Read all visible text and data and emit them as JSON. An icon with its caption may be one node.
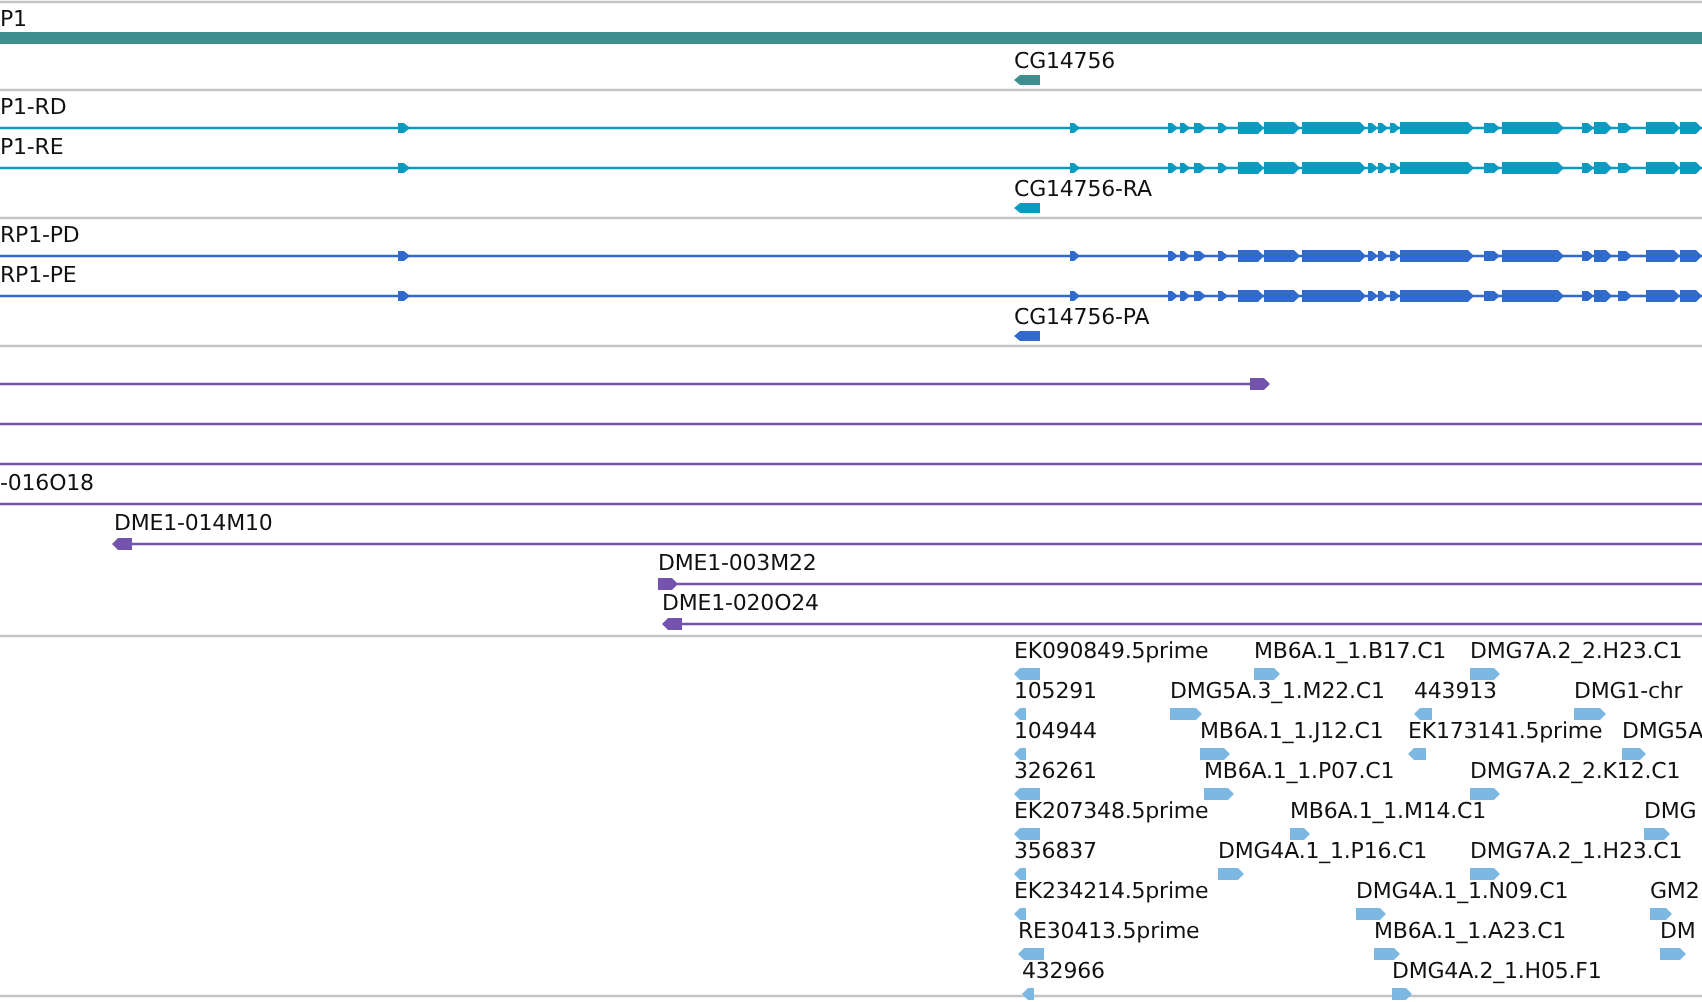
{
  "diagram": {
    "labels": [
      "P1",
      "CG14756",
      "P1-RD",
      "P1-RE",
      "CG14756-RA",
      "RP1-PD",
      "RP1-PE",
      "CG14756-PA",
      "-016O18",
      "DME1-014M10",
      "DME1-003M22",
      "DME1-020O24",
      "EK090849.5prime",
      "MB6A.1_1.B17.C1",
      "DMG7A.2_2.H23.C1",
      "105291",
      "DMG5A.3_1.M22.C1",
      "443913",
      "DMG1-chr",
      "104944",
      "MB6A.1_1.J12.C1",
      "EK173141.5prime",
      "DMG5A",
      "326261",
      "MB6A.1_1.P07.C1",
      "DMG7A.2_2.K12.C1",
      "EK207348.5prime",
      "MB6A.1_1.M14.C1",
      "DMG",
      "356837",
      "DMG4A.1_1.P16.C1",
      "DMG7A.2_1.H23.C1",
      "EK234214.5prime",
      "DMG4A.1_1.N09.C1",
      "GM2",
      "RE30413.5prime",
      "MB6A.1_1.A23.C1",
      "DM",
      "432966",
      "DMG4A.2_1.H05.F1"
    ]
  }
}
